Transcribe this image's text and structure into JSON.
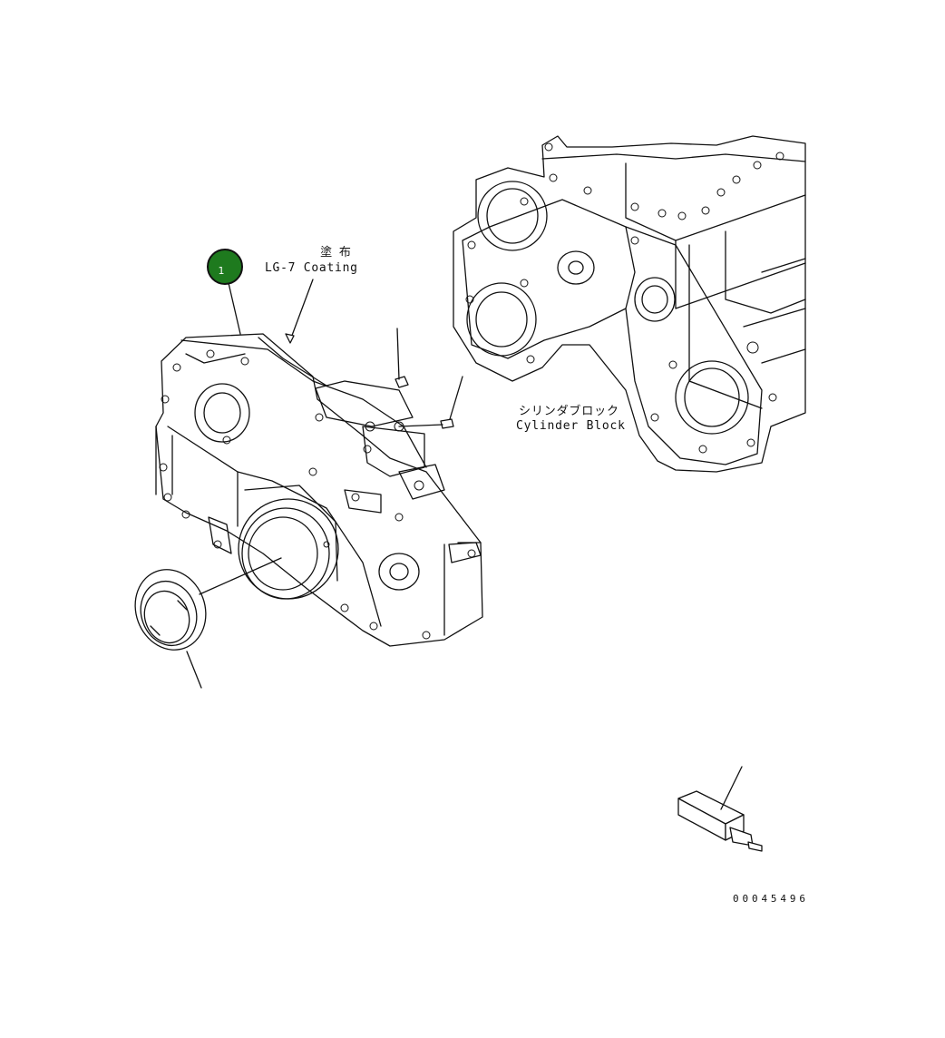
{
  "callouts": {
    "coating_jp": "塗 布",
    "coating_en": "LG-7 Coating",
    "block_jp": "シリンダブロック",
    "block_en": "Cylinder Block"
  },
  "balloon": {
    "number": "1",
    "color": "#1e7a1e"
  },
  "figure_id": "00045496"
}
